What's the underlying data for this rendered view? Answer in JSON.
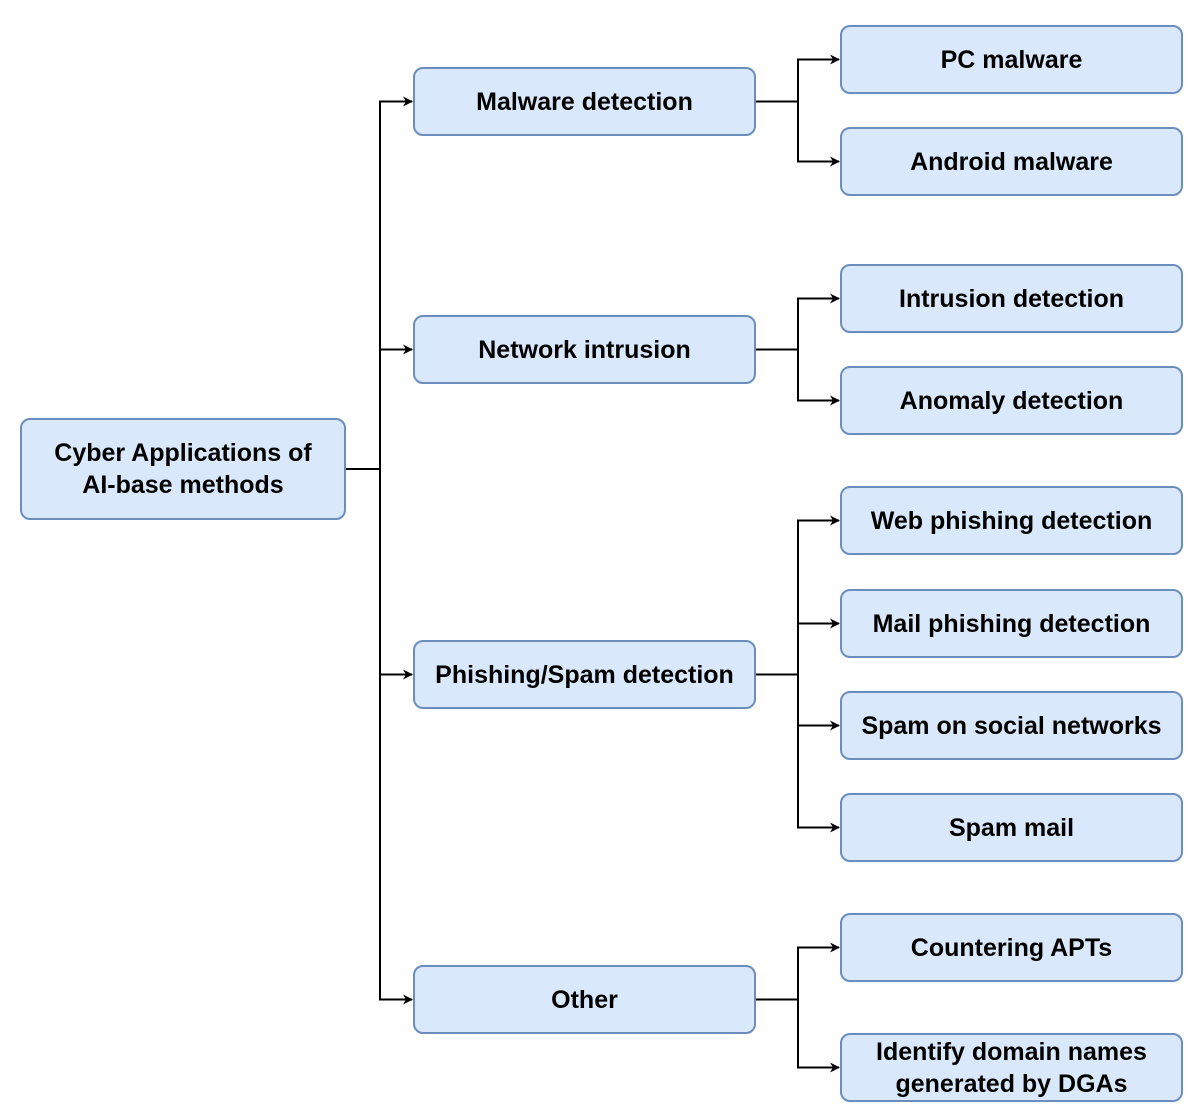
{
  "root": {
    "label": "Cyber Applications of\nAI-base methods"
  },
  "categories": [
    {
      "label": "Malware detection",
      "children": [
        "PC malware",
        "Android malware"
      ]
    },
    {
      "label": "Network intrusion",
      "children": [
        "Intrusion detection",
        "Anomaly detection"
      ]
    },
    {
      "label": "Phishing/Spam detection",
      "children": [
        "Web phishing detection",
        "Mail phishing detection",
        "Spam on social networks",
        "Spam mail"
      ]
    },
    {
      "label": "Other",
      "children": [
        "Countering APTs",
        "Identify domain names\ngenerated by DGAs"
      ]
    }
  ],
  "colors": {
    "node_fill": "#dae8fc",
    "node_border": "#6c8ebf",
    "connector": "#000000"
  }
}
